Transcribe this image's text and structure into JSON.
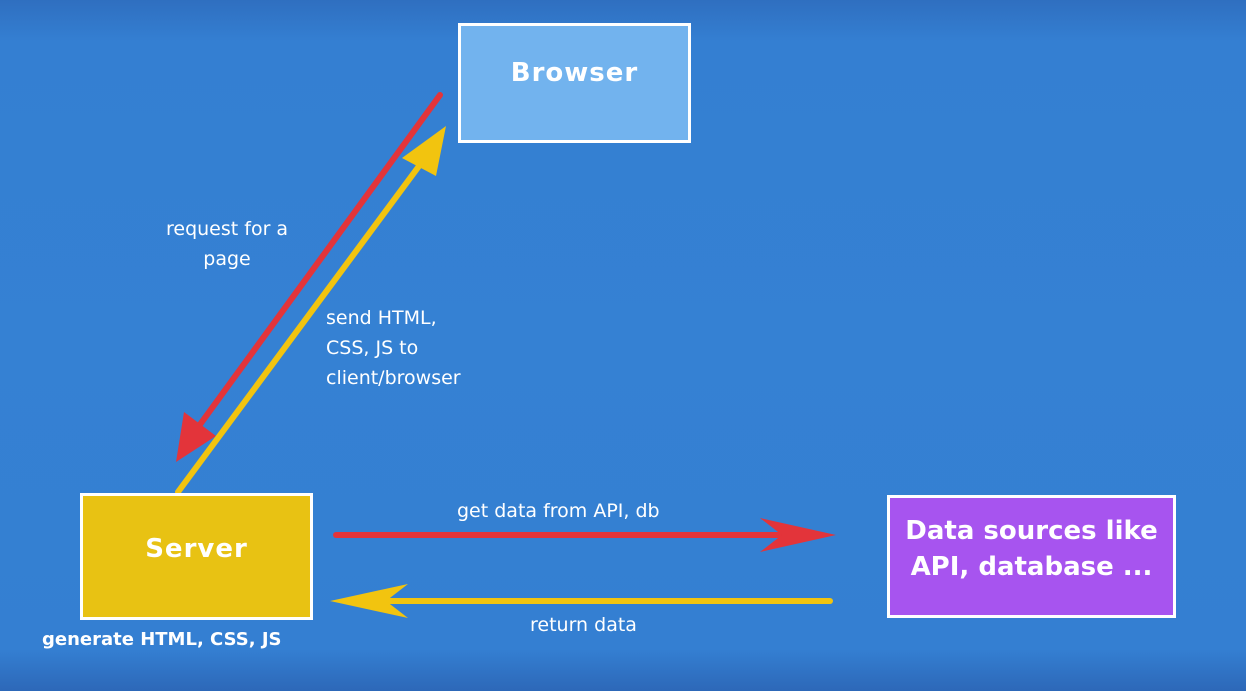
{
  "nodes": {
    "browser": "Browser",
    "server": "Server",
    "data_sources_line1": "Data sources like",
    "data_sources_line2": "API, database ..."
  },
  "labels": {
    "request_line1": "request for a",
    "request_line2": "page",
    "send_line1": "send HTML,",
    "send_line2": "CSS, JS to",
    "send_line3": "client/browser",
    "get_data": "get data from API, db",
    "return_data": "return data",
    "generate": "generate HTML, CSS, JS"
  },
  "colors": {
    "background": "#3581d3",
    "browser_fill": "#72b3ee",
    "server_fill": "#e8c213",
    "data_fill": "#a754ef",
    "request_arrow": "#e3343a",
    "response_arrow": "#f2c40f"
  }
}
